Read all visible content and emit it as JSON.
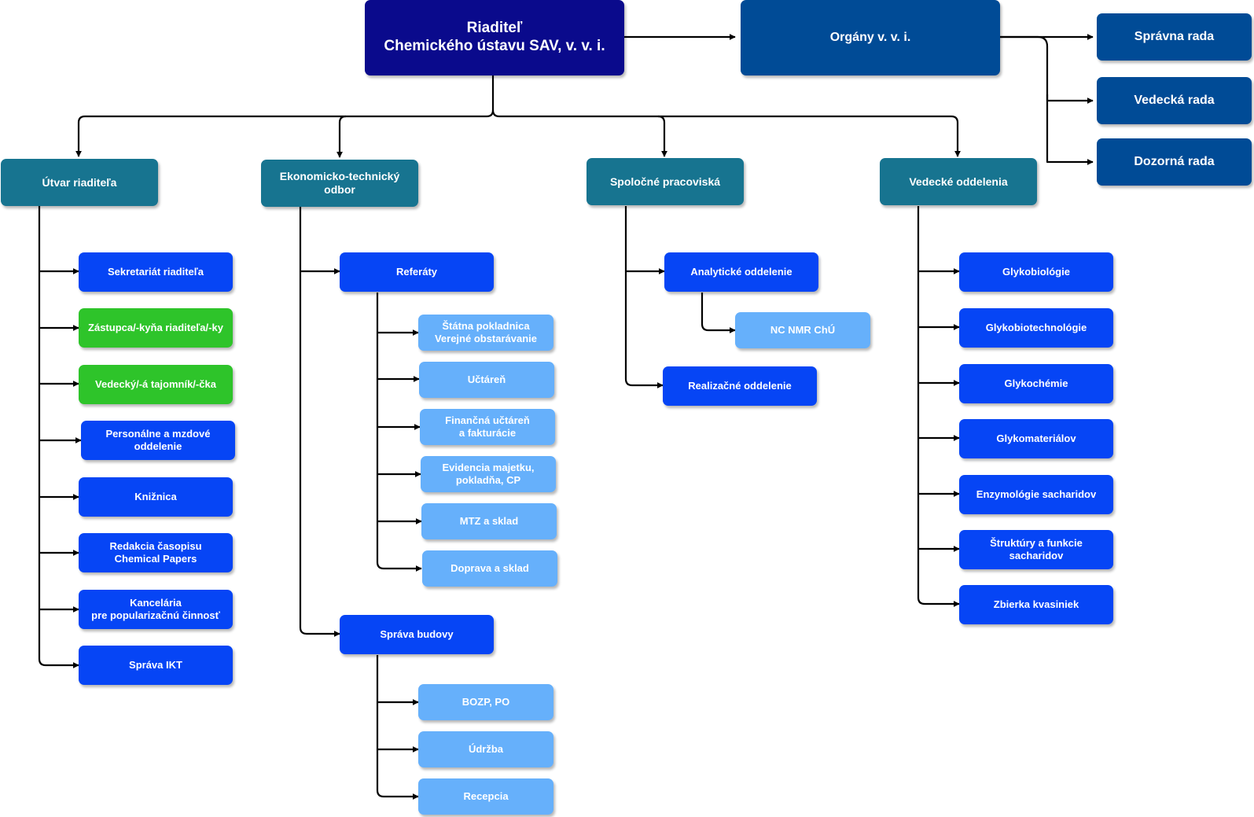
{
  "colors": {
    "navy": "#0a0a8c",
    "organ": "#004b96",
    "teal": "#177490",
    "blue": "#0645f5",
    "green": "#2ec42a",
    "light": "#66b0fb",
    "line": "#000000"
  },
  "nodes": {
    "director": "Riaditeľ\nChemického ústavu SAV, v. v. i.",
    "organs": "Orgány v. v. i.",
    "spravna_rada": "Správna rada",
    "vedecka_rada": "Vedecká rada",
    "dozorna_rada": "Dozorná rada",
    "utvar": "Útvar riaditeľa",
    "eto": "Ekonomicko-technický odbor",
    "spolocne": "Spoločné pracoviská",
    "vedecke": "Vedecké oddelenia",
    "sekretariat": "Sekretariát riaditeľa",
    "zastupca": "Zástupca/-kyňa riaditeľa/-ky",
    "tajomnik": "Vedecký/-á tajomník/-čka",
    "personalne": "Personálne a mzdové\noddelenie",
    "kniznica": "Knižnica",
    "redakcia": "Redakcia časopisu\nChemical Papers",
    "kancelaria": "Kancelária\npre popularizačnú činnosť",
    "sprava_ikt": "Správa IKT",
    "referaty": "Referáty",
    "statna": "Štátna pokladnica\nVerejné obstarávanie",
    "uctaren": "Učtáreň",
    "financna": "Finančná učtáreň\na fakturácie",
    "evidencia": "Evidencia majetku,\npokladňa, CP",
    "mtz": "MTZ a sklad",
    "doprava": "Doprava a sklad",
    "sprava_budovy": "Správa budovy",
    "bozp": "BOZP, PO",
    "udrzba": "Údržba",
    "recepcia": "Recepcia",
    "analyticke": "Analytické oddelenie",
    "nmr": "NC NMR ChÚ",
    "realizacne": "Realizačné oddelenie",
    "glykobiologie": "Glykobiológie",
    "glykobiotech": "Glykobiotechnológie",
    "glykochemie": "Glykochémie",
    "glykomaterialov": "Glykomateriálov",
    "enzymologie": "Enzymológie sacharidov",
    "struktury": "Štruktúry a funkcie\nsacharidov",
    "zbierka": "Zbierka kvasiniek"
  }
}
